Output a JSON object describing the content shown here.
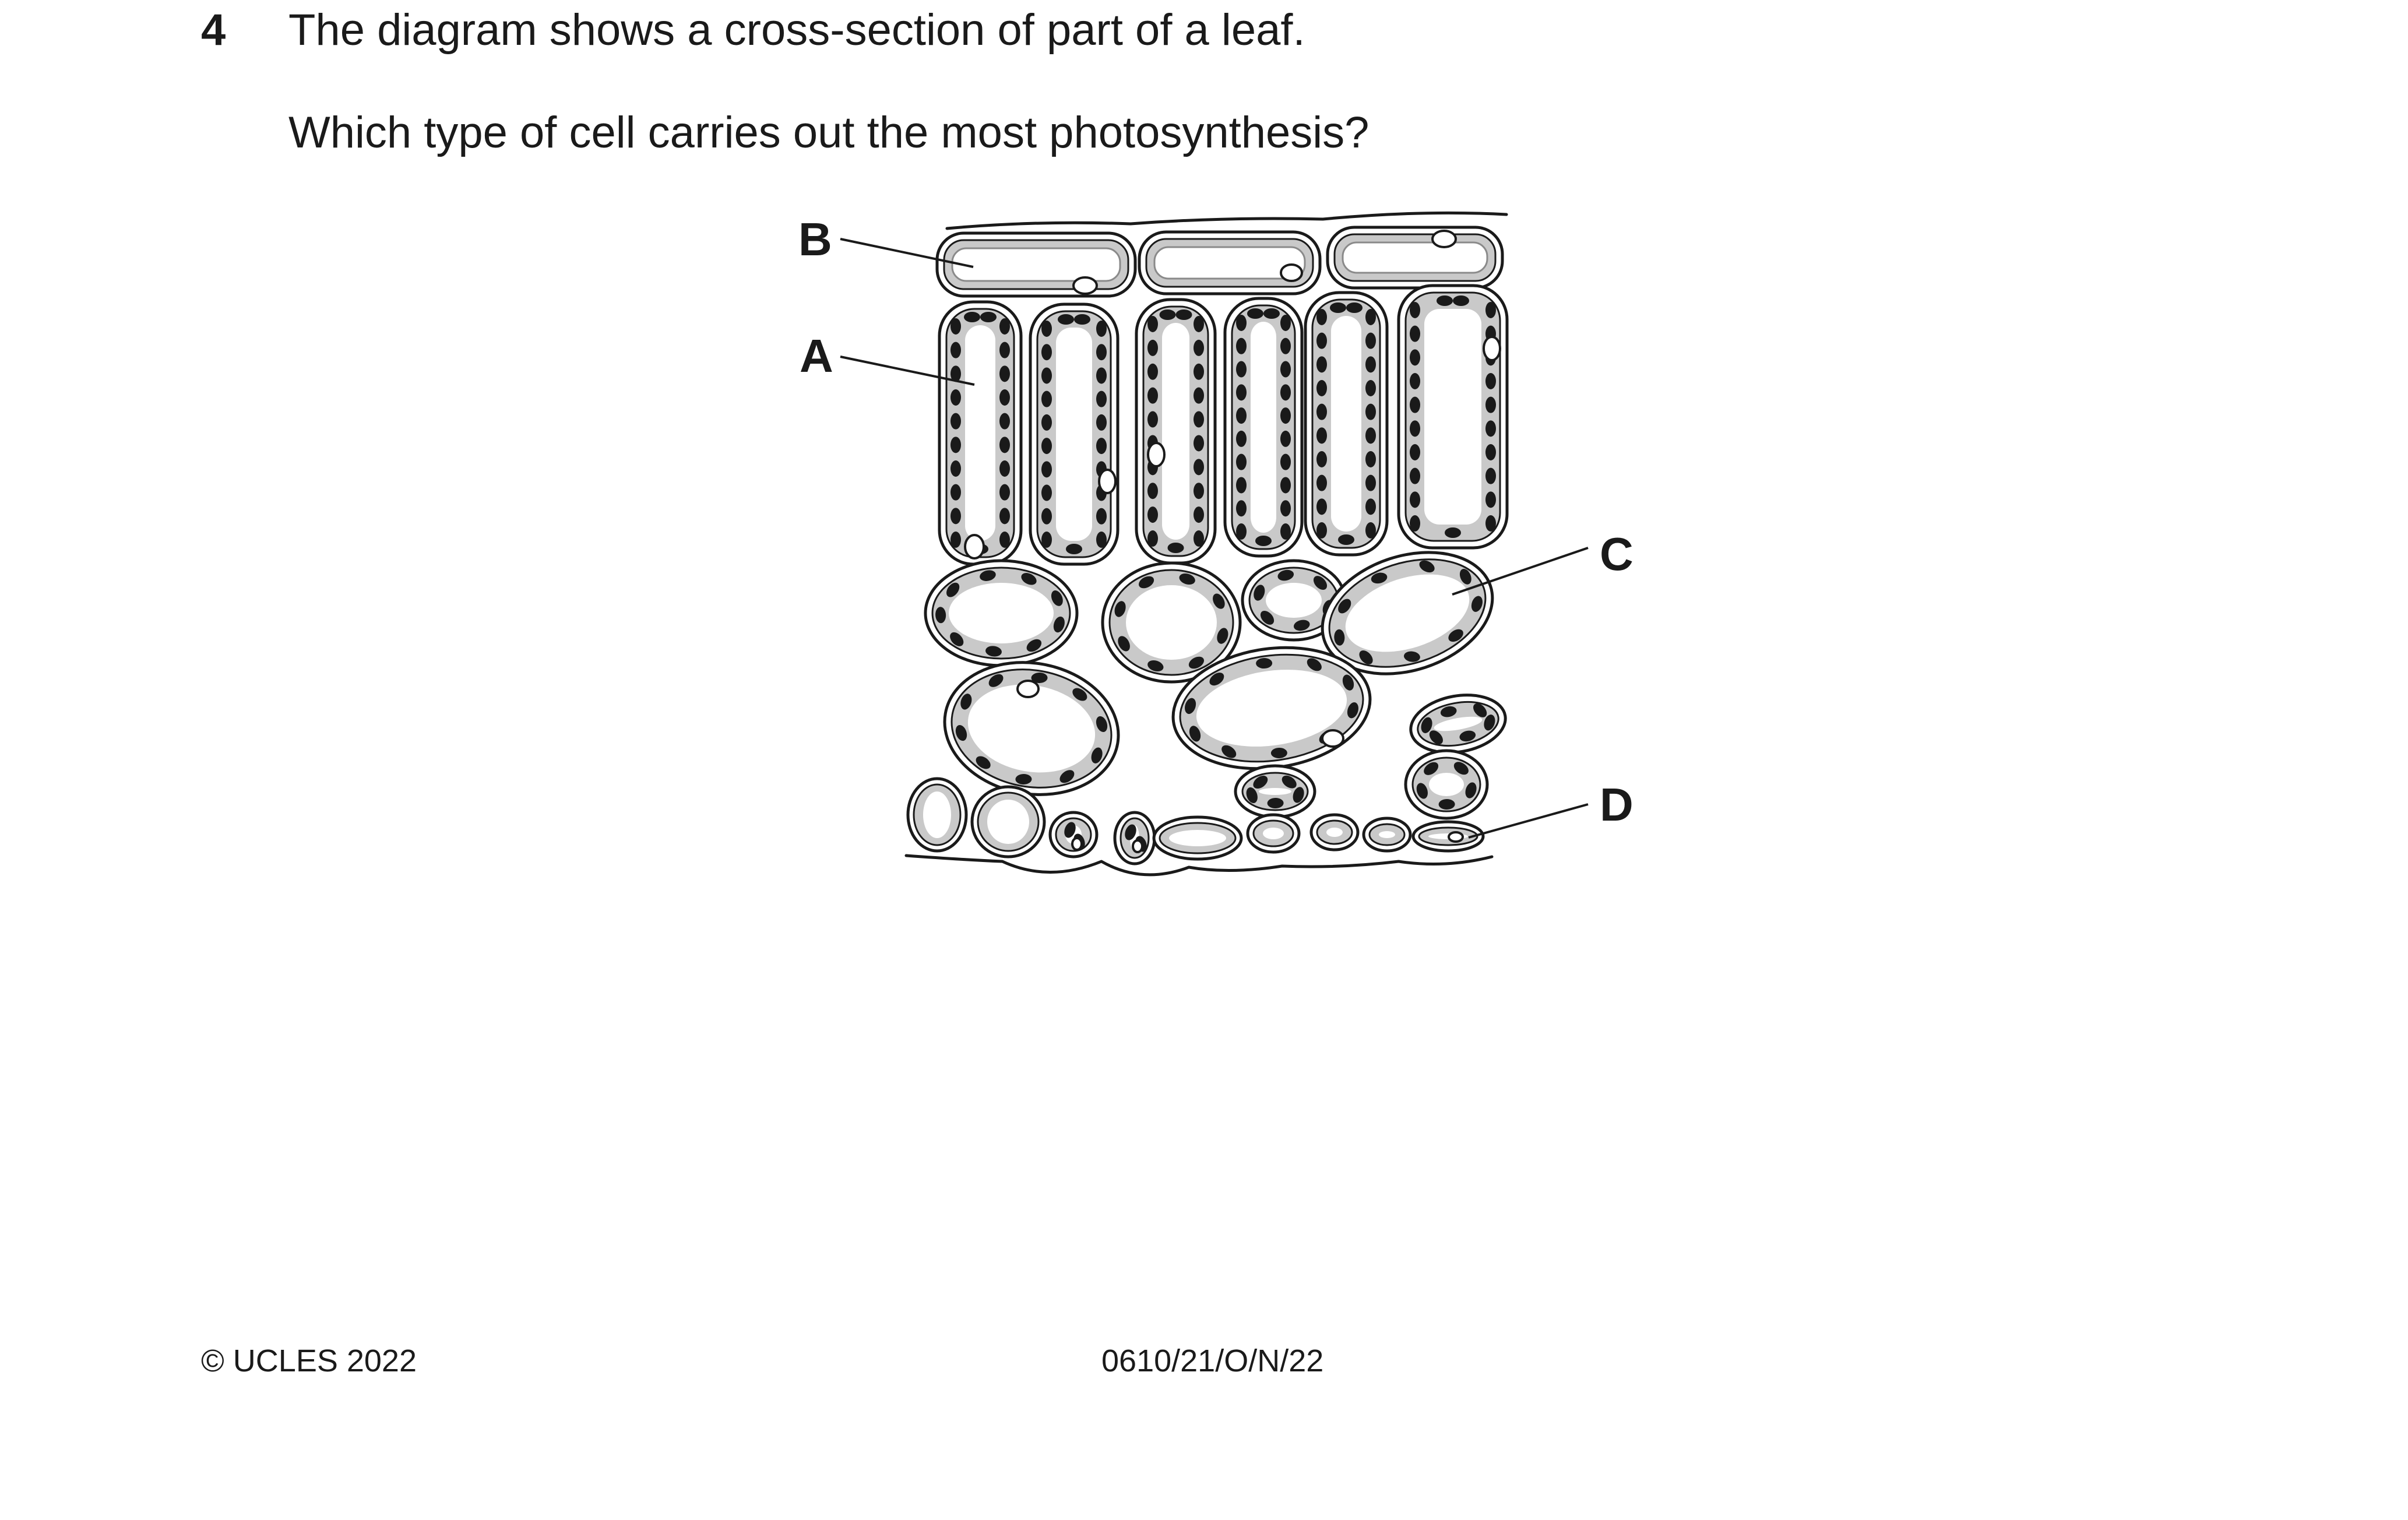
{
  "question": {
    "number": "4",
    "stem": "The diagram shows a cross-section of part of a leaf.",
    "prompt": "Which type of cell carries out the most photosynthesis?"
  },
  "diagram": {
    "labels": {
      "A": "A",
      "B": "B",
      "C": "C",
      "D": "D"
    }
  },
  "footer": {
    "copyright": "© UCLES 2022",
    "code": "0610/21/O/N/22"
  }
}
